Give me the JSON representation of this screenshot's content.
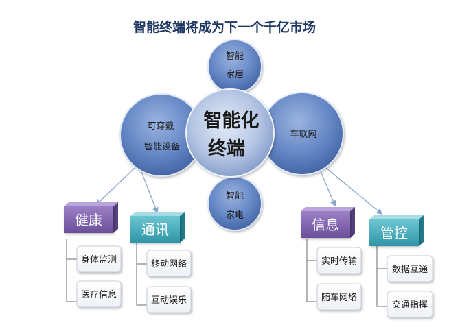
{
  "title": "智能终端将成为下一个千亿市场",
  "center": {
    "line1": "智能化",
    "line2": "终端"
  },
  "nodes": {
    "top": {
      "line1": "智能",
      "line2": "家居"
    },
    "left": {
      "line1": "可穿戴",
      "line2": "智能设备"
    },
    "right": {
      "line1": "车联网"
    },
    "bottom": {
      "line1": "智能",
      "line2": "家电"
    }
  },
  "categories": {
    "health": {
      "label": "健康",
      "items": [
        "身体监测",
        "医疗信息"
      ]
    },
    "comm": {
      "label": "通讯",
      "items": [
        "移动网络",
        "互动娱乐"
      ]
    },
    "info": {
      "label": "信息",
      "items": [
        "实时传输",
        "随车网络"
      ]
    },
    "control": {
      "label": "管控",
      "items": [
        "数据互通",
        "交通指挥"
      ]
    }
  },
  "colors": {
    "center_fill": "#9fb3d8",
    "node_fill": "#5b7fc0",
    "health_color": "#7b5ea7",
    "comm_color": "#3fa8b8",
    "info_color": "#7b5ea7",
    "control_color": "#3fa8b8"
  }
}
